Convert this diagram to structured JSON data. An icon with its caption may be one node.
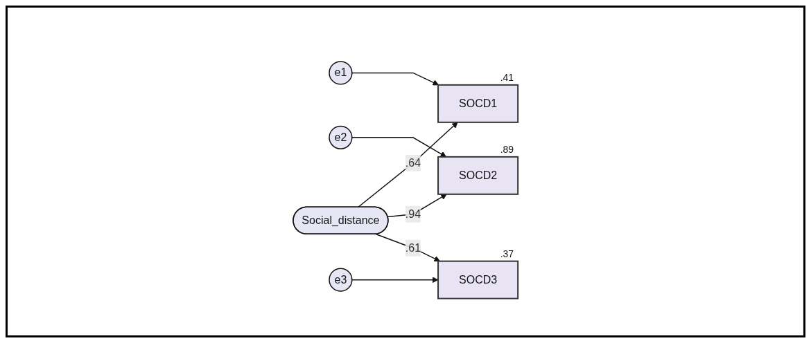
{
  "diagram": {
    "nodes": [
      {
        "text": [
          "e1"
        ]
      },
      {
        "text": [
          "SOCD1"
        ],
        "beside": [
          ".41"
        ]
      },
      {
        "text": [
          "e2"
        ]
      },
      {
        "text": [
          "SOCD2"
        ],
        "beside": [
          ".89"
        ]
      },
      {
        "text": [
          "Social_distance"
        ]
      },
      {
        "text": [
          "e3"
        ]
      },
      {
        "text": [
          "SOCD3"
        ],
        "beside": [
          ".37"
        ]
      }
    ],
    "edges": [
      {
        "from": 0,
        "to": 1,
        "arrow": "to"
      },
      {
        "from": 4,
        "to": 1,
        "arrow": "to",
        "label": ".64"
      },
      {
        "from": 2,
        "to": 3,
        "arrow": "to"
      },
      {
        "from": 4,
        "to": 3,
        "arrow": "to",
        "label": ".94"
      },
      {
        "from": 5,
        "to": 6,
        "arrow": "to"
      },
      {
        "from": 4,
        "to": 6,
        "arrow": "to",
        "label": ".61"
      }
    ]
  }
}
